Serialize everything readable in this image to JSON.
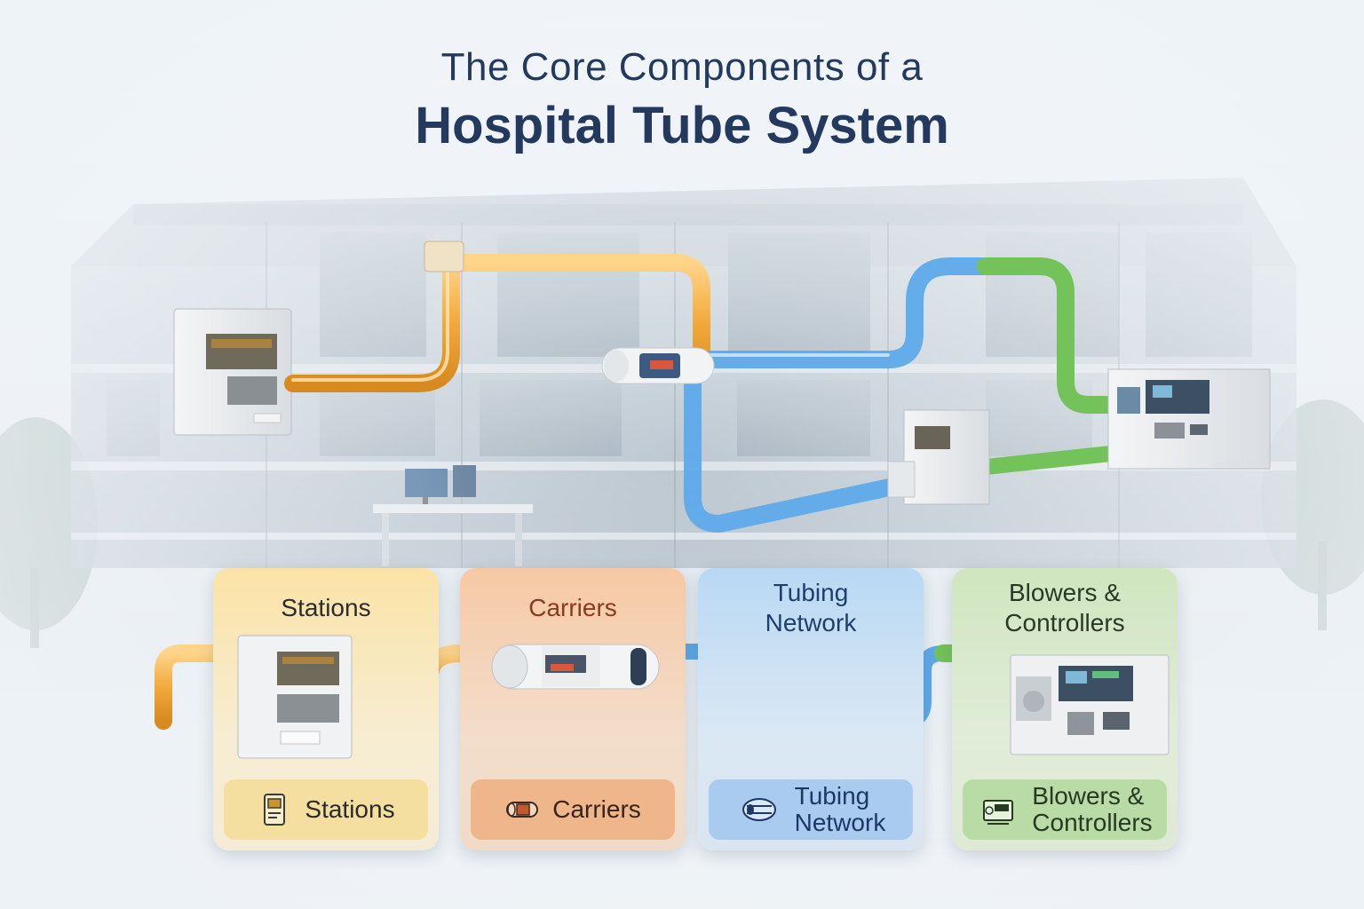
{
  "title": {
    "line1": "The Core Components of a",
    "line2": "Hospital Tube System"
  },
  "colors": {
    "title": "#233a5e",
    "stations_pipe": "#f2a93b",
    "tubing_pipe": "#5ea9ea",
    "blowers_pipe": "#74c35a",
    "carriers_accent": "#e08a5a"
  },
  "components": [
    {
      "key": "stations",
      "header": "Stations",
      "label": "Stations",
      "icon": "station-icon"
    },
    {
      "key": "carriers",
      "header": "Carriers",
      "label": "Carriers",
      "icon": "carrier-icon"
    },
    {
      "key": "tubing",
      "header": "Tubing Network",
      "label": "Tubing Network",
      "icon": "tubing-icon"
    },
    {
      "key": "blowers",
      "header": "Blowers & Controllers",
      "label": "Blowers & Controllers",
      "icon": "blower-icon"
    }
  ]
}
